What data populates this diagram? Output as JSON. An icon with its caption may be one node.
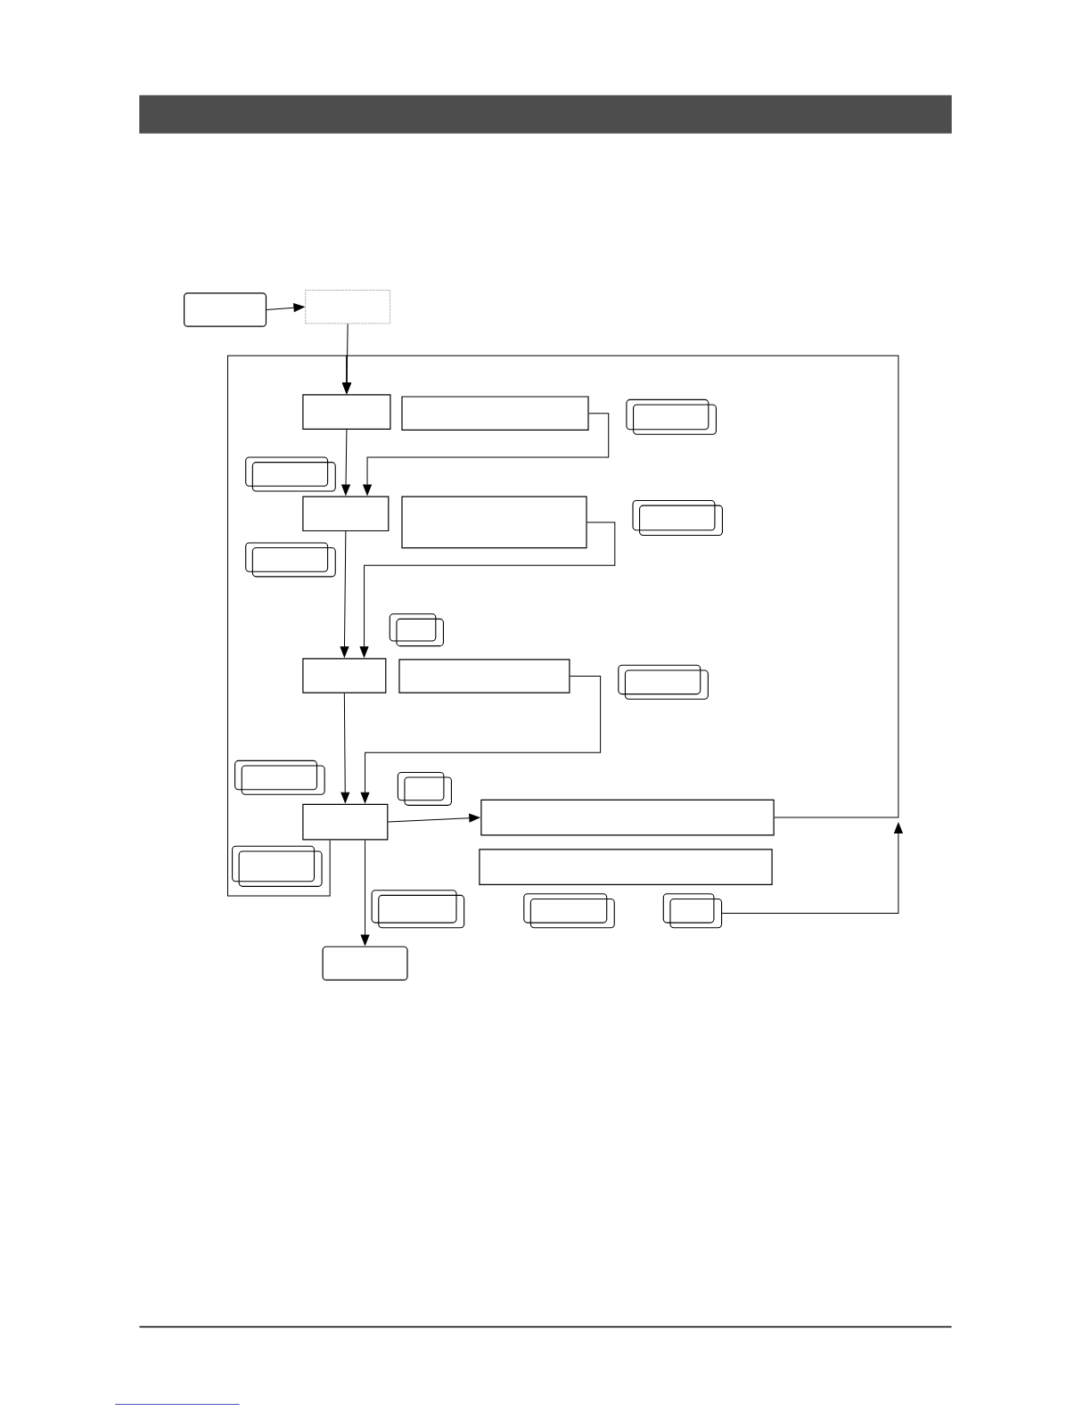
{
  "diagram": {
    "nodes": [
      {
        "text": [],
        "shape": "box"
      },
      {
        "text": [],
        "shape": "box"
      },
      {
        "text": [],
        "shape": "box"
      },
      {
        "text": [],
        "shape": "box"
      },
      {
        "text": [],
        "shape": "box"
      },
      {
        "text": [],
        "shape": "box"
      },
      {
        "text": [],
        "shape": "box"
      },
      {
        "text": [],
        "shape": "box"
      },
      {
        "text": [],
        "shape": "box"
      },
      {
        "text": [],
        "shape": "box"
      },
      {
        "text": [],
        "shape": "box"
      },
      {
        "text": [],
        "shape": "box"
      },
      {
        "text": [],
        "shape": "box"
      },
      {
        "text": [],
        "shape": "box"
      },
      {
        "text": [],
        "shape": "box"
      },
      {
        "text": [],
        "shape": "box"
      },
      {
        "text": [],
        "shape": "box"
      },
      {
        "text": [],
        "shape": "box"
      },
      {
        "text": [],
        "shape": "box"
      },
      {
        "text": [],
        "shape": "box"
      },
      {
        "text": [],
        "shape": "box"
      },
      {
        "text": [],
        "shape": "box"
      },
      {
        "text": [],
        "shape": "box"
      },
      {
        "text": [],
        "shape": "box"
      }
    ],
    "edges": [
      {
        "from": 0,
        "to": 1,
        "arrow": "to"
      },
      {
        "from": 1,
        "to": 2,
        "arrow": "to"
      },
      {
        "from": 16,
        "to": 2,
        "arrow": "to"
      },
      {
        "from": 17,
        "to": 2,
        "arrow": "to"
      },
      {
        "from": 22,
        "to": null,
        "arrow": "to"
      },
      {
        "from": 2,
        "to": 6,
        "arrow": "to"
      },
      {
        "from": 3,
        "to": 6,
        "arrow": "to"
      },
      {
        "from": 6,
        "to": 11,
        "arrow": "to"
      },
      {
        "from": 7,
        "to": 11,
        "arrow": "to"
      },
      {
        "from": 11,
        "to": 16,
        "arrow": "to"
      },
      {
        "from": 12,
        "to": 16,
        "arrow": "to"
      },
      {
        "from": 16,
        "to": 17,
        "arrow": "to"
      },
      {
        "from": 16,
        "to": 23,
        "arrow": "to"
      }
    ]
  }
}
